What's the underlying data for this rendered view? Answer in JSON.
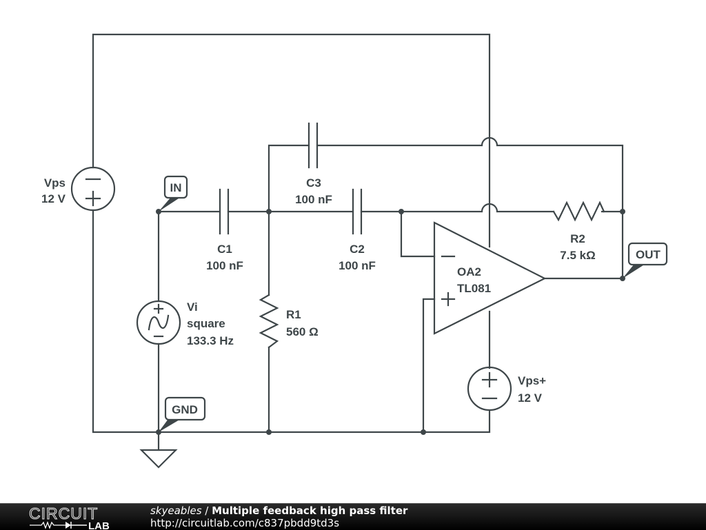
{
  "circuit": {
    "title": "Multiple feedback high pass filter",
    "components": {
      "vps": {
        "name": "Vps",
        "value": "12 V",
        "type": "dc-voltage-source"
      },
      "vps_plus": {
        "name": "Vps+",
        "value": "12 V",
        "type": "dc-voltage-source"
      },
      "vi": {
        "name": "Vi",
        "waveform": "square",
        "frequency": "133.3 Hz",
        "type": "ac-voltage-source"
      },
      "c1": {
        "name": "C1",
        "value": "100 nF",
        "type": "capacitor"
      },
      "c2": {
        "name": "C2",
        "value": "100 nF",
        "type": "capacitor"
      },
      "c3": {
        "name": "C3",
        "value": "100 nF",
        "type": "capacitor"
      },
      "r1": {
        "name": "R1",
        "value": "560 Ω",
        "type": "resistor"
      },
      "r2": {
        "name": "R2",
        "value": "7.5 kΩ",
        "type": "resistor"
      },
      "oa2": {
        "name": "OA2",
        "part": "TL081",
        "type": "op-amp"
      }
    },
    "net_labels": {
      "in": "IN",
      "out": "OUT",
      "gnd": "GND"
    },
    "symbols": {
      "minus": "−",
      "plus": "+"
    }
  },
  "footer": {
    "logo_top": "CIRCUIT",
    "logo_bottom": "LAB",
    "author": "skyeables",
    "separator": " / ",
    "title": "Multiple feedback high pass filter",
    "url": "http://circuitlab.com/c837pbdd9td3s"
  }
}
